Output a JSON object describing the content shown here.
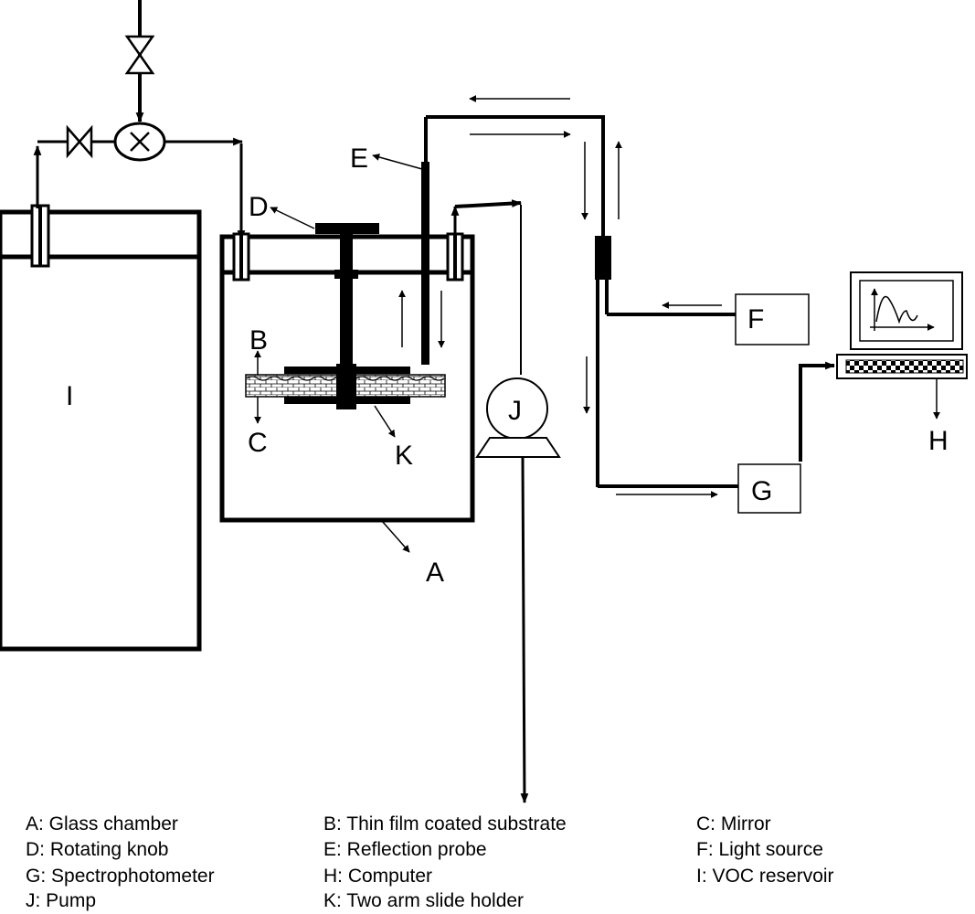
{
  "labels": {
    "A": "A",
    "B": "B",
    "C": "C",
    "D": "D",
    "E": "E",
    "F": "F",
    "G": "G",
    "H": "H",
    "I": "I",
    "J": "J",
    "K": "K"
  },
  "legend": [
    "A: Glass chamber",
    "B: Thin film coated substrate",
    "C: Mirror",
    "D: Rotating knob",
    "E: Reflection probe",
    "F: Light source",
    "G: Spectrophotometer",
    "H: Computer",
    "I: VOC reservoir",
    "J: Pump",
    "K: Two arm slide holder"
  ],
  "icons": {
    "valve": "valve-icon",
    "three_way_valve": "three-way-valve-icon",
    "pump": "pump-icon",
    "monitor": "monitor-icon",
    "keyboard": "keyboard-icon"
  }
}
